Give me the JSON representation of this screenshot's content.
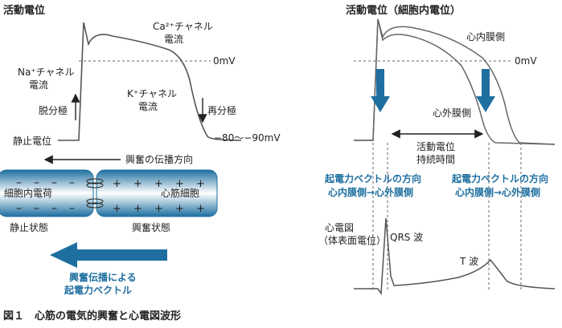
{
  "left": {
    "title": "活動電位",
    "ca_label_line1": "Ca²⁺チャネル",
    "ca_label_line2": "電流",
    "zero_mv": "0mV",
    "na_label_line1": "Na⁺チャネル",
    "na_label_line2": "電流",
    "k_label_line1": "K⁺チャネル",
    "k_label_line2": "電流",
    "depolarization": "脱分極",
    "repolarization": "再分極",
    "rest_potential": "静止電位",
    "rest_mv": "−80〜−90mV",
    "propagation_direction": "興奮の伝播方向",
    "intracellular_charge": "細胞内電荷",
    "myocyte": "心筋細胞",
    "resting_state": "静止状態",
    "excited_state": "興奮状態",
    "vector_line1": "興奮伝播による",
    "vector_line2": "起電力ベクトル"
  },
  "right": {
    "title": "活動電位（細胞内電位）",
    "endocardial": "心内膜側",
    "epicardial": "心外膜側",
    "zero_mv": "0mV",
    "duration_line1": "活動電位",
    "duration_line2": "持続時間",
    "vector_left_line1": "起電力ベクトルの方向",
    "vector_left_line2": "心内膜側→心外膜側",
    "vector_right_line1": "起電力ベクトルの方向",
    "vector_right_line2": "心内膜側→心外膜側",
    "ecg_line1": "心電図",
    "ecg_line2": "（体表面電位）",
    "qrs": "QRS 波",
    "t_wave": "T 波"
  },
  "caption": "図１　心筋の電気的興奮と心電図波形",
  "colors": {
    "accent": "#1e6fa0",
    "line": "#555555",
    "dash": "#666666"
  }
}
